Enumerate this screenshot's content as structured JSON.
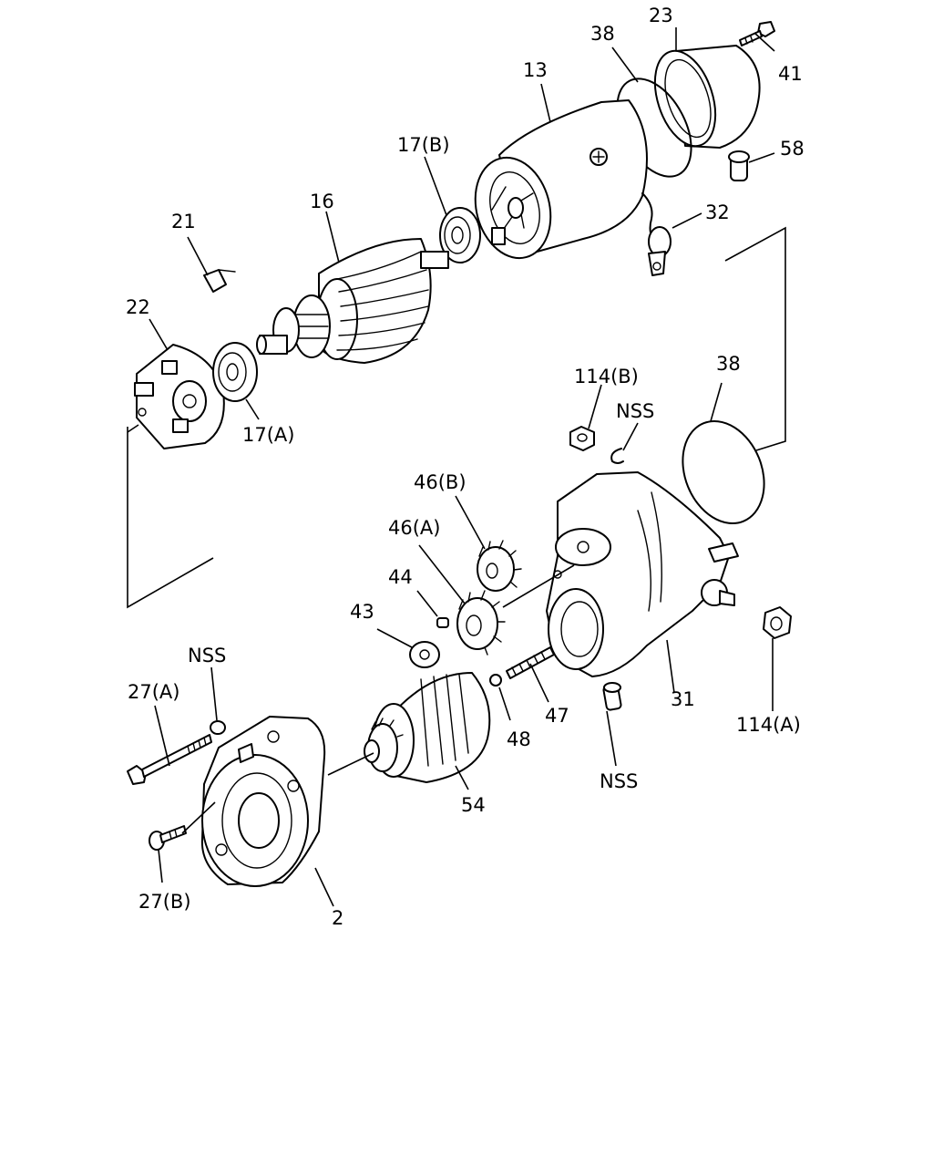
{
  "diagram": {
    "line_color": "#000000",
    "background": "#ffffff",
    "callouts": {
      "c23": "23",
      "c41": "41",
      "c38_top": "38",
      "c13": "13",
      "c58": "58",
      "c17b": "17(B)",
      "c16": "16",
      "c32": "32",
      "c21": "21",
      "c22": "22",
      "c17a": "17(A)",
      "c114b": "114(B)",
      "c38_mid": "38",
      "c_nss_top": "NSS",
      "c46b": "46(B)",
      "c46a": "46(A)",
      "c44": "44",
      "c43": "43",
      "c_nss_left": "NSS",
      "c27a": "27(A)",
      "c47": "47",
      "c48": "48",
      "c31": "31",
      "c114a": "114(A)",
      "c_nss_bottom": "NSS",
      "c54": "54",
      "c27b": "27(B)",
      "c2": "2"
    }
  }
}
